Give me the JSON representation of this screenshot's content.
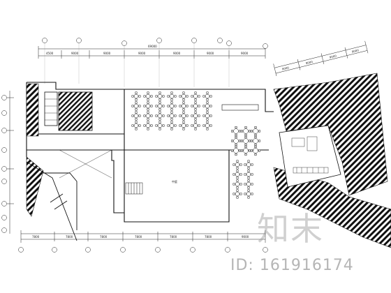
{
  "drawing": {
    "overall_dimension": "69000",
    "top_dimensions": [
      "4500",
      "9000",
      "9000",
      "9000",
      "9000",
      "9000",
      "9000"
    ],
    "bottom_dimensions": [
      "7800",
      "7800",
      "7800",
      "7800",
      "7800",
      "7800",
      "9000"
    ],
    "rotated_dimensions": [
      "9000",
      "9000",
      "9000",
      "9000"
    ],
    "room_label": "中庭"
  },
  "watermark": {
    "logo_text": "知末",
    "id_text": "ID: 161916174"
  }
}
